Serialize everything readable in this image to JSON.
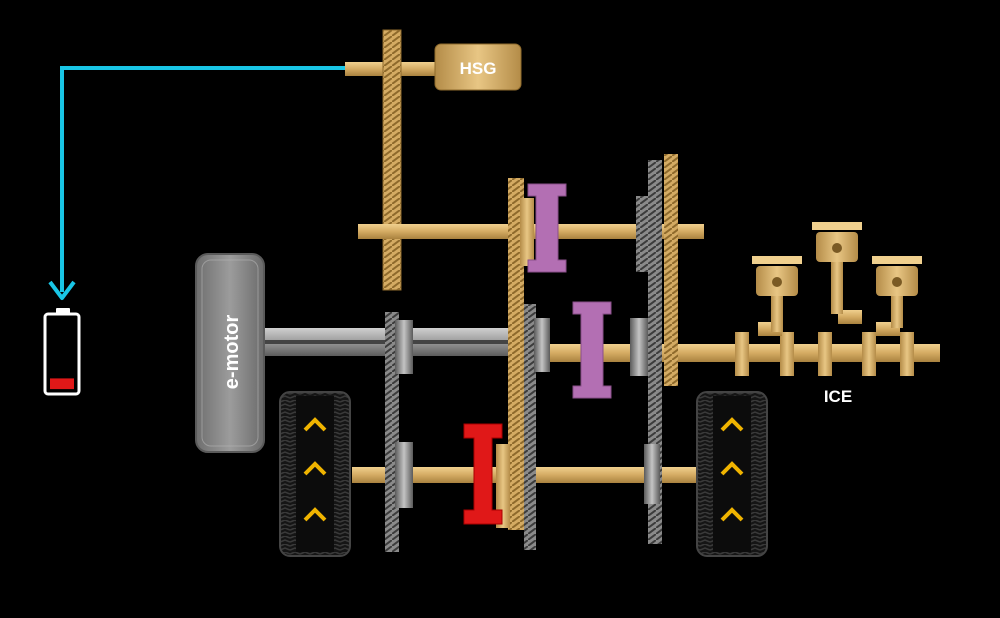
{
  "labels": {
    "hsg": "HSG",
    "emotor": "e-motor",
    "ice": "ICE"
  },
  "colors": {
    "background": "#000000",
    "shaft_gold": "#d9b26a",
    "gear_gray": "#9a9a9a",
    "electric_line": "#19c6e6",
    "clutch_pink": "#c07ac0",
    "clutch_red": "#e01818",
    "battery_level": "#e01818",
    "tire_chevron": "#f0b400"
  },
  "icons": [
    "battery-icon",
    "tire-icon",
    "piston-icon",
    "arrow-down-icon"
  ],
  "battery": {
    "charge_fraction": 0.15
  }
}
